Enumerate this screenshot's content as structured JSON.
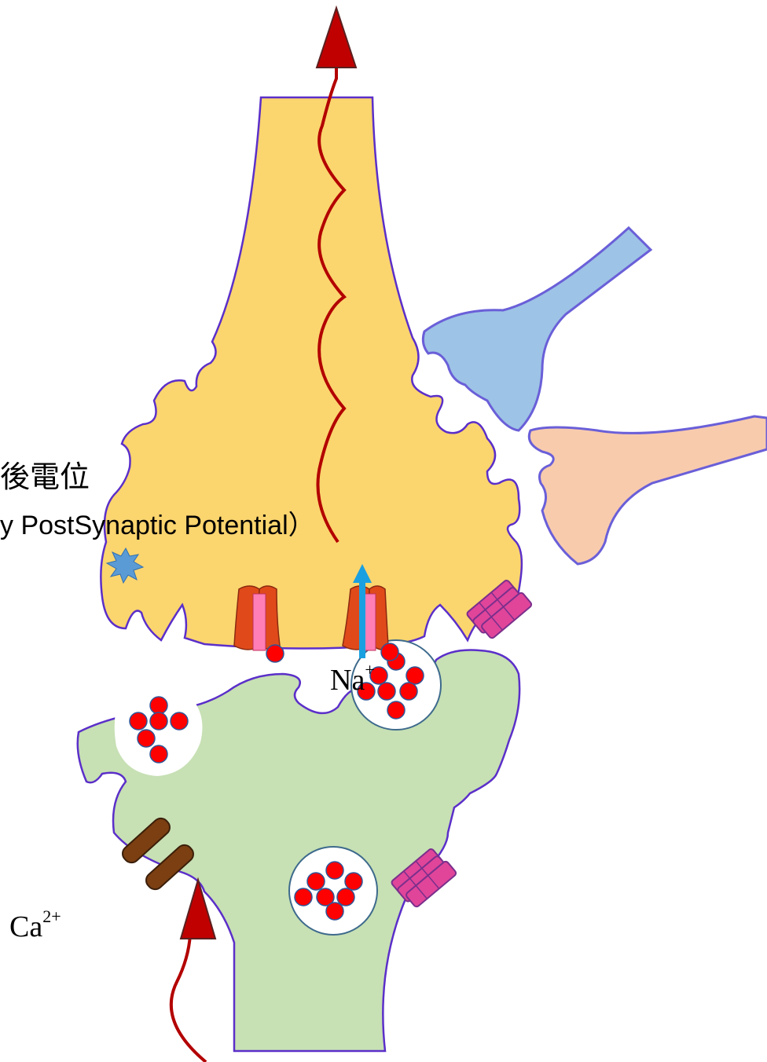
{
  "labels": {
    "epsp_jp": "後電位",
    "epsp_en": "y PostSynaptic Potential）",
    "na_base": "Na",
    "na_sup": "+",
    "ca_base": "Ca",
    "ca_sup": "2+"
  },
  "colors": {
    "postsynaptic_fill": "#fbd56e",
    "presynaptic_fill": "#c7e0b4",
    "membrane_outline": "#5b2fc9",
    "axon_line": "#b30000",
    "arrow_fill": "#c00000",
    "neurotransmitter": "#ff0000",
    "vesicle_outline": "#3d6a8c",
    "blue_terminal": "#9dc3e6",
    "peach_terminal": "#f8cbad",
    "receptor_outer": "#e04a1a",
    "receptor_inner": "#ff7eb6",
    "ion_flow_arrow": "#1aa0e0",
    "calcium_channel": "#7b3f12",
    "pump_protein": "#e0459a",
    "fusion_star": "#5b9bd5"
  }
}
